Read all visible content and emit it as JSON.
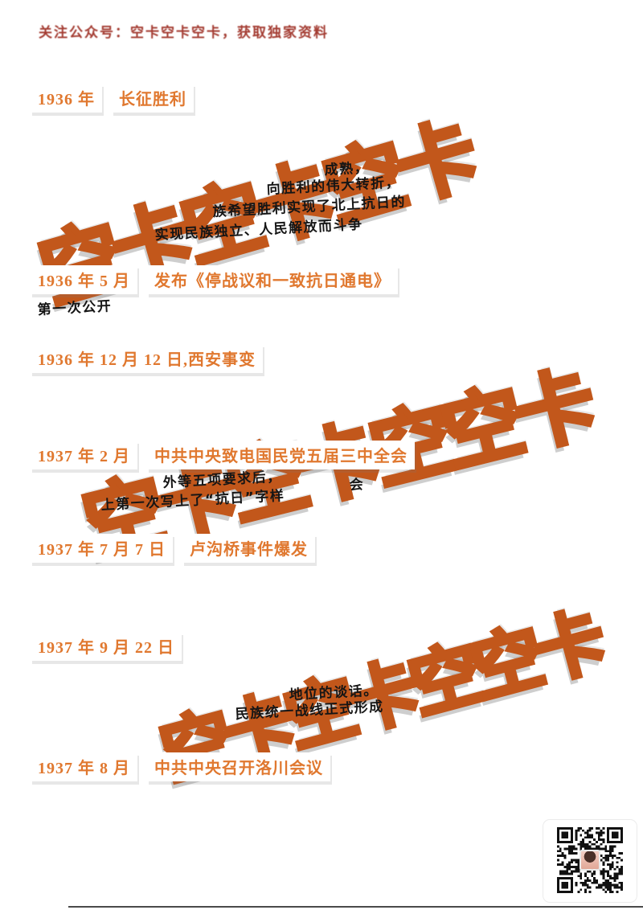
{
  "header": {
    "note": "关注公众号：空卡空卡空卡，获取独家资料"
  },
  "watermark": {
    "rows": [
      "空卡空卡空卡",
      "空卡空卡空空卡",
      "空卡空卡空空卡"
    ],
    "color": "#c2571b"
  },
  "colors": {
    "heading_orange": "#e0782f",
    "note_red": "#a33b31",
    "watermark_orange": "#c2571b",
    "body_black": "#151515"
  },
  "timeline": [
    {
      "date": "1936 年",
      "title": "长征胜利",
      "fragments": [
        "成熟，",
        "向胜利的伟大转折，",
        "族希望胜利实现了北上抗日的",
        "实现民族独立、人民解放而斗争"
      ]
    },
    {
      "date": "1936 年 5 月",
      "title": "发布《停战议和一致抗日通电》",
      "fragments": [
        "第一次公开"
      ]
    },
    {
      "date": "1936 年 12 月 12 日,西安事变",
      "title": "",
      "fragments": []
    },
    {
      "date": "1937 年 2 月",
      "title": "中共中央致电国民党五届三中全会",
      "fragments": [
        "外等五项要求后，",
        "会",
        "上第一次写上了“抗日”字样"
      ]
    },
    {
      "date": "1937 年 7 月 7 日",
      "title": "卢沟桥事件爆发",
      "fragments": []
    },
    {
      "date": "1937 年 9 月 22 日",
      "title": "",
      "fragments": [
        "地位的谈话。",
        "民族统一战线正式形成"
      ]
    },
    {
      "date": "1937 年 8 月",
      "title": "中共中央召开洛川会议",
      "fragments": []
    }
  ],
  "icons": {
    "qr": "qr-code",
    "avatar": "person-avatar"
  }
}
